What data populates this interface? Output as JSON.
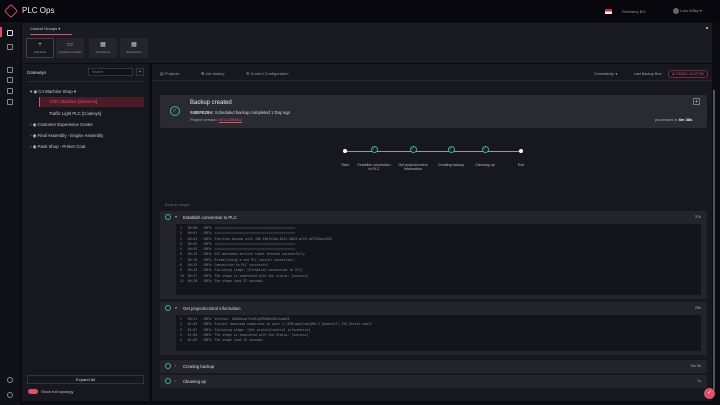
{
  "app": {
    "title": "PLC Ops",
    "site": "Flexberry BG",
    "user": "Lars Wilky"
  },
  "control_groups": {
    "tab": "Control Groups",
    "tiles": [
      {
        "label": "Add New",
        "icon": "plus-icon"
      },
      {
        "label": "Customer Center",
        "icon": "monitor-icon"
      },
      {
        "label": "NA Factory",
        "icon": "factory-icon"
      },
      {
        "label": "EU Factory",
        "icon": "factory-icon"
      }
    ]
  },
  "gateways": {
    "title": "Gateways",
    "search_placeholder": "Search",
    "tree": [
      {
        "label": "CA Machine Shop",
        "level": 0,
        "expanded": true
      },
      {
        "label": "CNC Machine [Siemens]",
        "level": 1,
        "selected": true
      },
      {
        "label": "Traffic Light PLC [Codesys]",
        "level": 1
      },
      {
        "label": "Customer Experience Center",
        "level": 0
      },
      {
        "label": "Final Assembly - Engine Assembly",
        "level": 0
      },
      {
        "label": "Paint Shop - Primer Coat",
        "level": 0
      }
    ],
    "expand_all": "Expand All",
    "show_topology": "Show full topology",
    "topology_on": true
  },
  "tabs": [
    {
      "label": "Projects"
    },
    {
      "label": "Job history",
      "active": true
    },
    {
      "label": "Control Configuration"
    }
  ],
  "status": {
    "connectivity_label": "Connectivity:",
    "last_backup_label": "Last Backup Run:",
    "last_backup_value": "7/18/24, 12:47 PM"
  },
  "card": {
    "title": "Backup created",
    "id": "#480FE28A:",
    "desc": "Scheduled backup completed 1 Day ago",
    "version_label": "Project version:",
    "version": "#01223B6D2",
    "processed_label": "processed in",
    "processed": "6m 38s"
  },
  "steps": [
    "Start",
    "Establish connection to PLC",
    "Get project/control information",
    "Creating backup",
    "Cleaning up",
    "End"
  ],
  "stages_label": "Backup stages",
  "stages": [
    {
      "title": "Establish connection to PLC",
      "duration": "37s",
      "expanded": true,
      "log": [
        "1   00:00 - INFO: ==========================================",
        "2   00:01 - INFO: ==========================================",
        "3   00:02 - INFO: Starting backup with JOB 480fe28a-821c-4863-af19-cd7765ac2618",
        "4   00:02 - INFO: ==========================================",
        "5   00:03 - INFO: ==========================================",
        "6   00:15 - INFO: EC2 metadata service token fetched successfully",
        "7   00:16 - INFO: Establishing a new PLC control connection!",
        "8   00:32 - INFO: Connection to PLC successful",
        "9   00:36 - INFO: Finishing stage: [Establish connection to PLC]",
        "10  00:37 - INFO: The stage is completed with the status: [success]",
        "11  00:38 - INFO: The stage took 37 seconds."
      ]
    },
    {
      "title": "Get project/control information",
      "duration": "29s",
      "expanded": true,
      "log": [
        "1   00:51 - INFO: Version: 0QX6nkxpT5zMt2gPZ6kMcX6t4xbmC8",
        "2   01:03 - INFO: Project download completed to path C:\\JOB\\app\\tmp\\DM4-2_RobotCell_TIA_Portal.zap17",
        "3   01:07 - INFO: Finishing stage: [Get project/control information]",
        "4   01:08 - INFO: The stage is completed with the status: [success]",
        "5   01:09 - INFO: The stage took 29 seconds."
      ]
    },
    {
      "title": "Creating backup",
      "duration": "5m 5s",
      "expanded": false
    },
    {
      "title": "Cleaning up",
      "duration": "7s",
      "expanded": false
    }
  ],
  "colors": {
    "accent": "#e0506a",
    "success": "#3fae90",
    "bg": "#0b0b12",
    "panel": "#17171f"
  }
}
